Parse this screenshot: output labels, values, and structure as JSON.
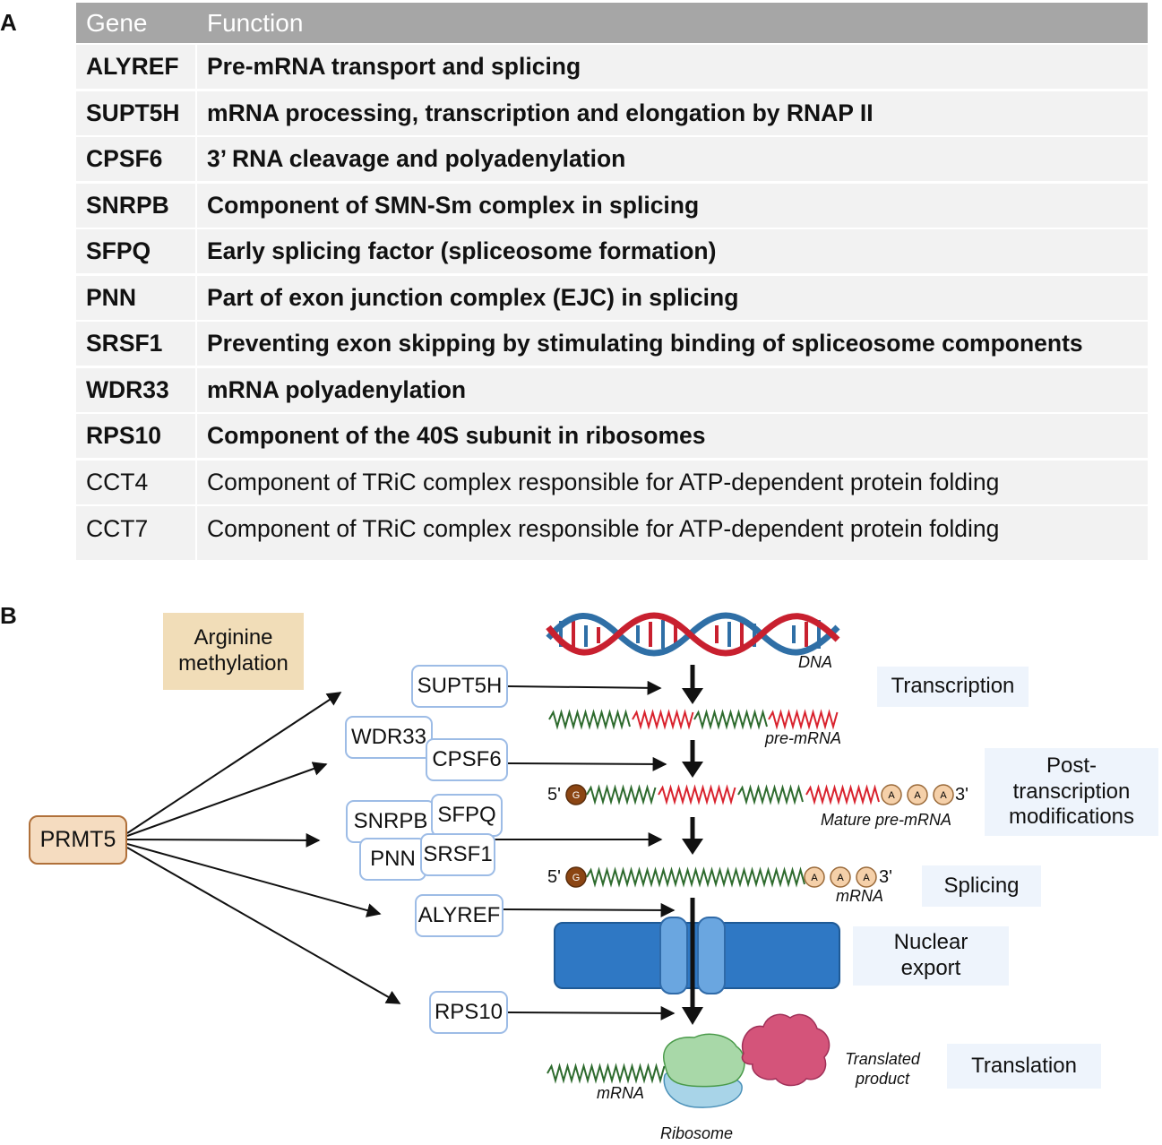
{
  "panel_labels": {
    "a": "A",
    "b": "B"
  },
  "table": {
    "headers": {
      "gene": "Gene",
      "function": "Function"
    },
    "rows": [
      {
        "gene": "ALYREF",
        "function": "Pre-mRNA transport and splicing"
      },
      {
        "gene": "SUPT5H",
        "function": "mRNA processing, transcription and elongation by RNAP II"
      },
      {
        "gene": "CPSF6",
        "function": "3’ RNA cleavage and polyadenylation"
      },
      {
        "gene": "SNRPB",
        "function": "Component of SMN-Sm complex in splicing"
      },
      {
        "gene": "SFPQ",
        "function": "Early splicing factor (spliceosome formation)"
      },
      {
        "gene": "PNN",
        "function": "Part of exon junction complex (EJC) in splicing"
      },
      {
        "gene": "SRSF1",
        "function": "Preventing exon skipping by stimulating binding of spliceosome components"
      },
      {
        "gene": "WDR33",
        "function": "mRNA polyadenylation"
      },
      {
        "gene": "RPS10",
        "function": "Component of the 40S subunit in ribosomes"
      },
      {
        "gene": "CCT4",
        "function": "Component of TRiC complex responsible for ATP-dependent protein folding"
      },
      {
        "gene": "CCT7",
        "function": "Component of TRiC complex responsible for ATP-dependent protein folding"
      }
    ]
  },
  "diagram": {
    "methylation_label": "Arginine methylation",
    "enzyme": "PRMT5",
    "genes": {
      "supt5h": "SUPT5H",
      "wdr33": "WDR33",
      "cpsf6": "CPSF6",
      "snrpb": "SNRPB",
      "sfpq": "SFPQ",
      "pnn": "PNN",
      "srsf1": "SRSF1",
      "alyref": "ALYREF",
      "rps10": "RPS10"
    },
    "stages": {
      "transcription": "Transcription",
      "post_transcription": "Post-transcription modifications",
      "splicing": "Splicing",
      "nuclear_export": "Nuclear export",
      "translation": "Translation"
    },
    "molecule_labels": {
      "dna": "DNA",
      "pre_mrna": "pre-mRNA",
      "mature_pre_mrna": "Mature pre-mRNA",
      "mrna": "mRNA",
      "mrna_ribosome": "mRNA",
      "ribosome": "Ribosome",
      "translated_product": "Translated product"
    },
    "cap_letter": "G",
    "polya_letter": "A",
    "five_prime": "5'",
    "three_prime": "3'",
    "colors": {
      "dna_red": "#c8202f",
      "dna_blue": "#2f6fa6",
      "rna_green": "#2e6b2e",
      "rna_red": "#d9232e",
      "cap_brown": "#8b4513",
      "polya_fill": "#f5d0a9",
      "nucleus_blue": "#2f78c4",
      "pore_blue": "#6aa6e0",
      "ribosome_green": "#a8d8a8",
      "ribosome_cyan": "#a8d4e8",
      "product_pink": "#d4547a",
      "methylation_fill": "#f1ddb8",
      "prmt5_fill": "#f5dcc0",
      "prmt5_border": "#b0703a",
      "gene_border": "#9dbce6",
      "stage_fill": "#eef4fc"
    }
  }
}
